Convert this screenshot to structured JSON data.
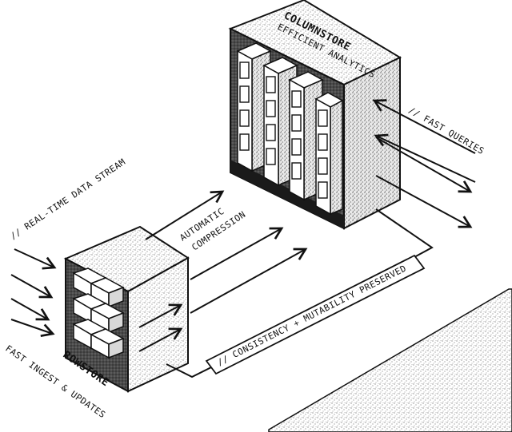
{
  "columnstore": {
    "title": "COLUMNSTORE",
    "subtitle": "EFFICIENT ANALYTICS"
  },
  "rowstore": {
    "title": "ROWSTORE",
    "subtitle": "FAST INGEST & UPDATES"
  },
  "labels": {
    "realtime": "// REAL-TIME DATA STREAM",
    "compression_line1": "AUTOMATIC",
    "compression_line2": "COMPRESSION",
    "fast_queries": "// FAST QUERIES",
    "consistency": "// CONSISTENCY + MUTABILITY PRESERVED"
  },
  "colors": {
    "ink": "#111111",
    "paper": "#ffffff",
    "stipple": "#d9d9d9",
    "shadow": "#3a3a3a"
  }
}
